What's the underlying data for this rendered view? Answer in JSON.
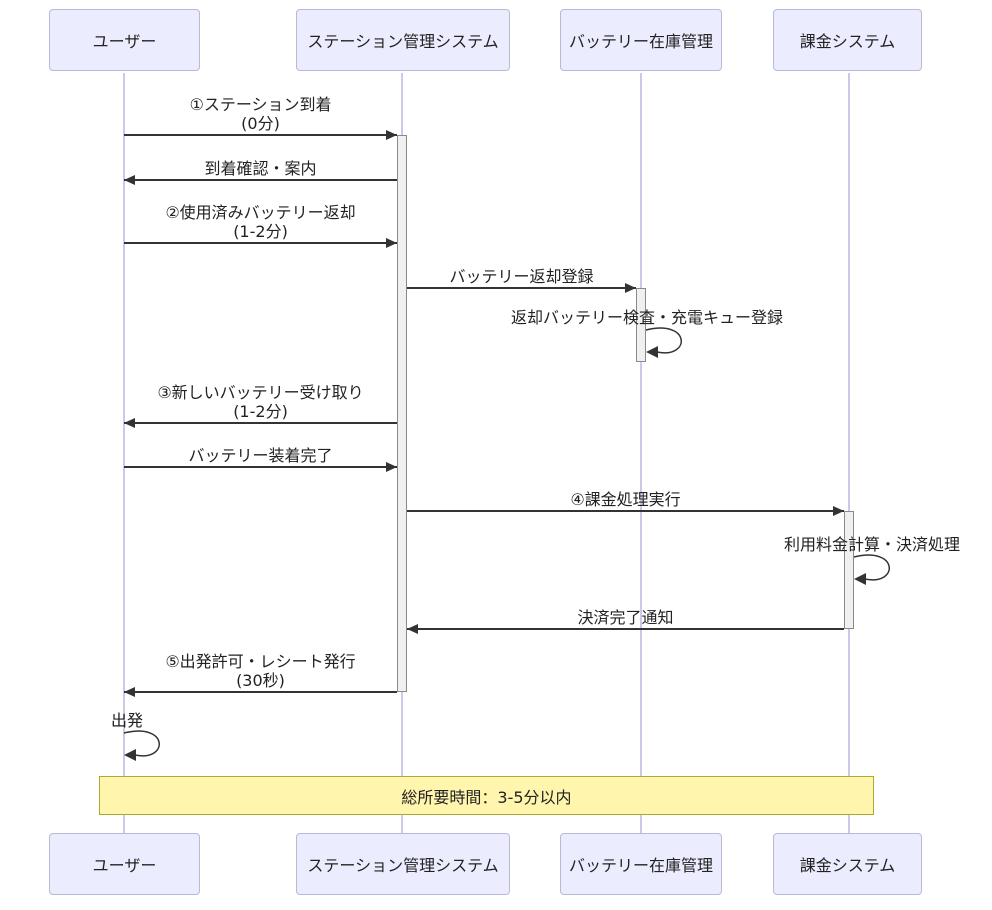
{
  "diagram": {
    "type": "sequence-diagram",
    "actors": [
      {
        "id": "user",
        "label": "ユーザー"
      },
      {
        "id": "station",
        "label": "ステーション管理システム"
      },
      {
        "id": "battery",
        "label": "バッテリー在庫管理"
      },
      {
        "id": "billing",
        "label": "課金システム"
      }
    ],
    "messages": [
      {
        "from": "user",
        "to": "station",
        "label": "①ステーション到着\n(0分)"
      },
      {
        "from": "station",
        "to": "user",
        "label": "到着確認・案内"
      },
      {
        "from": "user",
        "to": "station",
        "label": "②使用済みバッテリー返却\n(1-2分)"
      },
      {
        "from": "station",
        "to": "battery",
        "label": "バッテリー返却登録"
      },
      {
        "from": "battery",
        "to": "battery",
        "self": true,
        "label": "返却バッテリー検査・充電キュー登録"
      },
      {
        "from": "station",
        "to": "user",
        "label": "③新しいバッテリー受け取り\n(1-2分)"
      },
      {
        "from": "user",
        "to": "station",
        "label": "バッテリー装着完了"
      },
      {
        "from": "station",
        "to": "billing",
        "label": "④課金処理実行"
      },
      {
        "from": "billing",
        "to": "billing",
        "self": true,
        "label": "利用料金計算・決済処理"
      },
      {
        "from": "billing",
        "to": "station",
        "label": "決済完了通知"
      },
      {
        "from": "station",
        "to": "user",
        "label": "⑤出発許可・レシート発行\n(30秒)"
      },
      {
        "from": "user",
        "to": "user",
        "self": true,
        "label": "出発"
      }
    ],
    "note": {
      "label": "総所要時間：3-5分以内"
    },
    "colors": {
      "actor_fill": "#ECECFF",
      "actor_border": "#B9B9D6",
      "lifeline": "#C9C9E8",
      "activation_fill": "#F0F0F0",
      "activation_border": "#8A8A8A",
      "arrow": "#333333",
      "note_fill": "#FFF5AD",
      "note_border": "#AAAA33",
      "text": "#222222"
    }
  }
}
